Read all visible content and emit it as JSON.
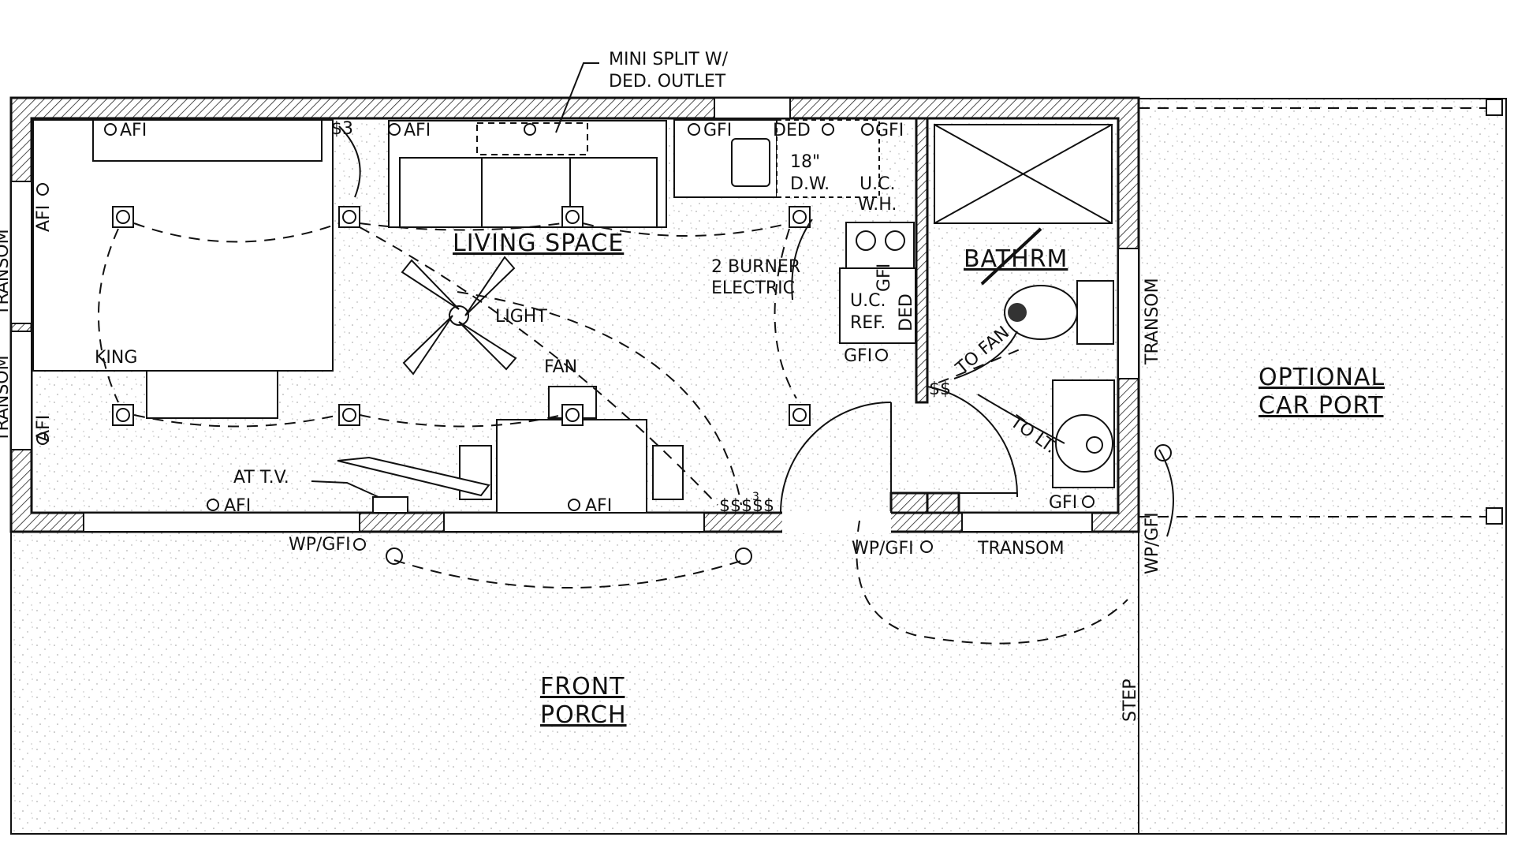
{
  "notes": {
    "mini_split_line1": "MINI SPLIT W/",
    "mini_split_line2": "DED. OUTLET"
  },
  "rooms": {
    "living_space": "LIVING SPACE",
    "bathroom": "BATHRM",
    "front_porch_line1": "FRONT",
    "front_porch_line2": "PORCH",
    "car_port_line1": "OPTIONAL",
    "car_port_line2": "CAR PORT"
  },
  "labels": {
    "afi": "AFI",
    "gfi": "GFI",
    "ded": "DED",
    "switch3": "$3",
    "dw_line1": "18\"",
    "dw_line2": "D.W.",
    "uc_wh_line1": "U.C.",
    "uc_wh_line2": "W.H.",
    "burner_line1": "2 BURNER",
    "burner_line2": "ELECTRIC",
    "uc_ref_line1": "U.C.",
    "uc_ref_line2": "REF.",
    "light": "LIGHT",
    "fan": "FAN",
    "king": "KING",
    "at_tv": "AT T.V.",
    "switches": "$$$$$",
    "switches_sup": "3",
    "bath_switch": "$$",
    "to_fan": "TO FAN",
    "to_lt": "TO LT.",
    "wp_gfi": "WP/GFI",
    "transom": "TRANSOM",
    "step": "STEP"
  },
  "colors": {
    "ink": "#111111",
    "paper": "#ffffff",
    "stipple": "#9a9a9a"
  }
}
